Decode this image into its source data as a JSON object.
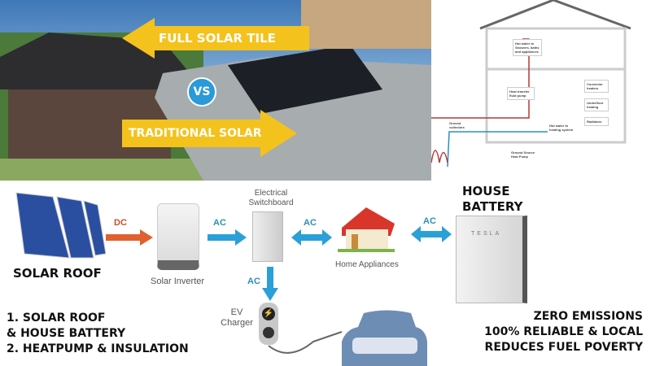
{
  "photo": {
    "arrow_top": "FULL SOLAR TILE",
    "vs": "VS",
    "arrow_bottom": "TRADITIONAL SOLAR"
  },
  "heatpump": {
    "hot_water": "Hot water to Showers, baths and appliances",
    "fluid_pump": "Heat transfer fluid pump",
    "heating_system": "Hot water to heating system",
    "convector": "Convector heaters",
    "underfloor": "Underfloor heating",
    "radiators": "Radiators",
    "ground_collectors": "Ground collectors",
    "gshp": "Ground Source Heat Pump"
  },
  "flow": {
    "dc": "DC",
    "ac1": "AC",
    "ac2": "AC",
    "ac3": "AC",
    "ac4": "AC",
    "switchboard": "Electrical Switchboard",
    "inverter": "Solar Inverter",
    "appliances": "Home Appliances",
    "ev": "EV Charger",
    "battery_brand": "TESLA"
  },
  "labels": {
    "solar_roof": "SOLAR ROOF",
    "house_battery": "HOUSE BATTERY",
    "list1": "1. SOLAR ROOF",
    "list1b": "& HOUSE BATTERY",
    "list2": "2. HEATPUMP & INSULATION",
    "r1": "ZERO EMISSIONS",
    "r2": "100% RELIABLE & LOCAL",
    "r3": "REDUCES FUEL POVERTY"
  }
}
